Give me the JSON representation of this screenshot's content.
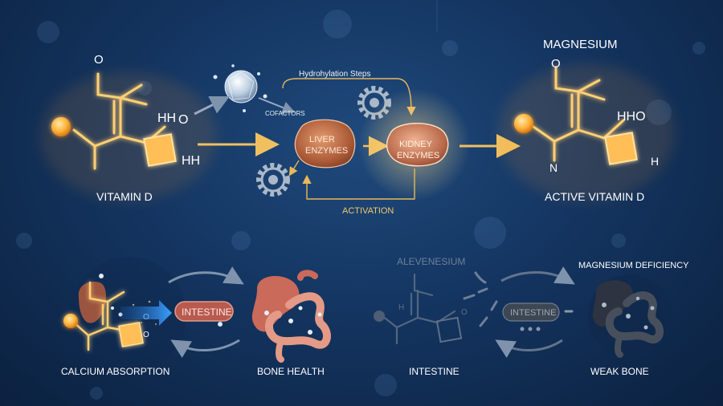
{
  "top": {
    "left_molecule_label": "VITAMIN D",
    "left_hh_top": "HH",
    "left_o_top": "O",
    "left_o_hydroxyl": "O",
    "left_hh_bottom": "HH",
    "right_title": "MAGNESIUM",
    "right_molecule_label": "ACTIVE VITAMIN D",
    "right_o_top": "O",
    "right_hho": "HHO",
    "right_n": "N",
    "right_h": "H",
    "steps_label": "Hydrohylation Steps",
    "cofactor_label": "COFACTORS",
    "liver_line1": "LIVER",
    "liver_line2": "ENZYMES",
    "kidney_line1": "KIDNEY",
    "kidney_line2": "ENZYMES",
    "activation_label": "ACTIVATION"
  },
  "bottom": {
    "calcium_label": "CALCIUM ABSORPTION",
    "intestine_pill": "INTESTINE",
    "bone_health_label": "BONE HEALTH",
    "faded_title": "ALEVENESIUM",
    "faded_h": "H",
    "faded_o": "O",
    "faded_intestine_pill": "INTESTINE",
    "faded_intestine_label": "INTESTINE",
    "deficiency_label": "MAGNESIUM DEFICIENCY",
    "weak_bone_label": "WEAK BONE",
    "calc_o1": "O",
    "calc_o2": "O"
  },
  "colors": {
    "glow": "#ffb04a",
    "bond": "#ffd27a",
    "arrow_gold": "#f0c060",
    "enzyme": "#c77a4e",
    "pill_red": "#b85a4e",
    "blue_arrow": "#3aa0ff"
  }
}
